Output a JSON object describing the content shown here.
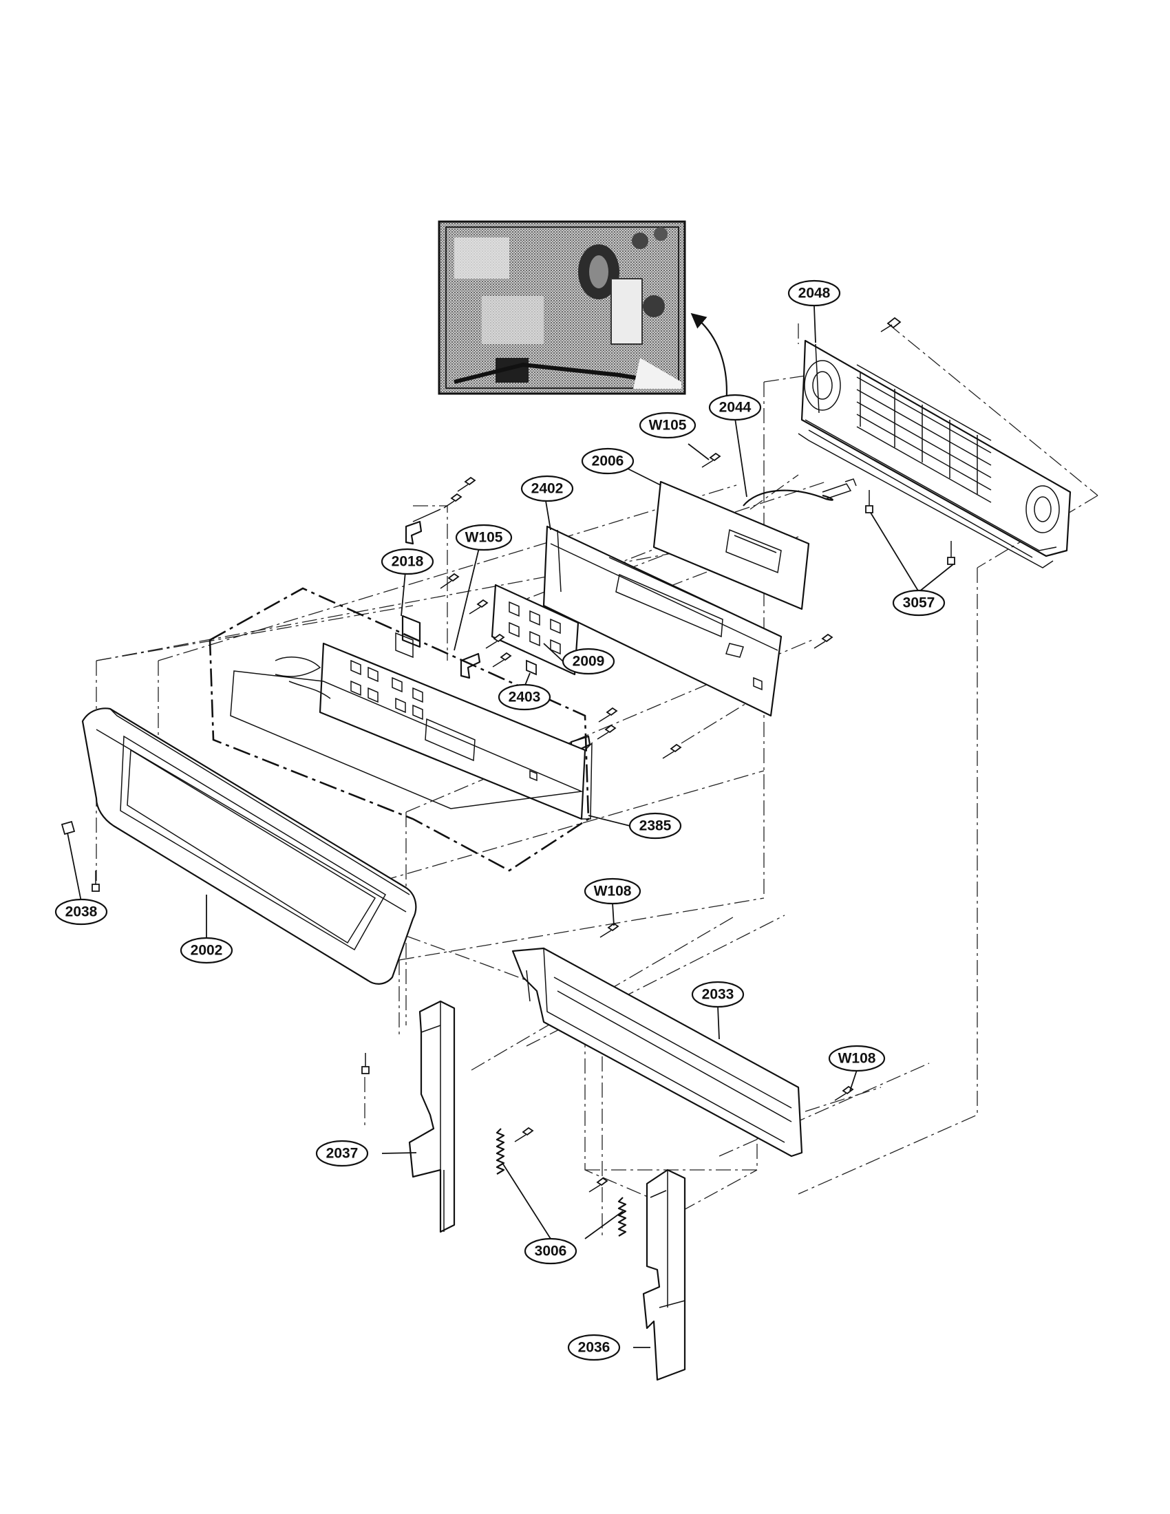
{
  "diagram": {
    "callouts": {
      "c2048": "2048",
      "c2044": "2044",
      "cW105a": "W105",
      "c2006": "2006",
      "c2402": "2402",
      "cW105b": "W105",
      "c2018": "2018",
      "c2009": "2009",
      "c2403": "2403",
      "c3057": "3057",
      "c2385": "2385",
      "c2038": "2038",
      "c2002": "2002",
      "cW108a": "W108",
      "c2033": "2033",
      "cW108b": "W108",
      "c2037": "2037",
      "c3006": "3006",
      "c2036": "2036"
    }
  }
}
